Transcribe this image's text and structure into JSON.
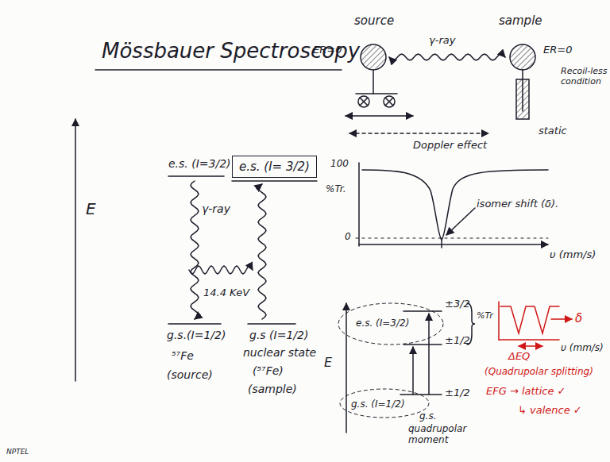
{
  "diagram": {
    "title": "Mössbauer Spectroscopy",
    "nodes": [
      {
        "text": [
          "e.s. (I= 3/2)"
        ]
      }
    ],
    "labels": [
      "E",
      "e.s. (I=3/2)",
      "γ-ray",
      "14.4 KeV",
      "g.s.(I=1/2)",
      "g.s (I=1/2)",
      "⁵⁷Fe",
      "(source)",
      "nuclear state",
      "(⁵⁷Fe)",
      "(sample)",
      "source",
      "sample",
      "ER=0",
      "γ-ray",
      "ER=0",
      "Recoil-less condition",
      "static",
      "Doppler effect",
      "100",
      "%Tr.",
      "0",
      "isomer shift (δ).",
      "υ (mm/s)",
      "E",
      "e.s. (I=3/2)",
      "±3/2",
      "±1/2",
      "g.s. (I=1/2)",
      "±1/2",
      "g.s.",
      "quadrupolar moment",
      "%Tr",
      "δ",
      "υ (mm/s)",
      "ΔEQ",
      "(Quadrupolar splitting)",
      "EFG → lattice ✓",
      "↳ valence ✓",
      "NPTEL"
    ]
  }
}
